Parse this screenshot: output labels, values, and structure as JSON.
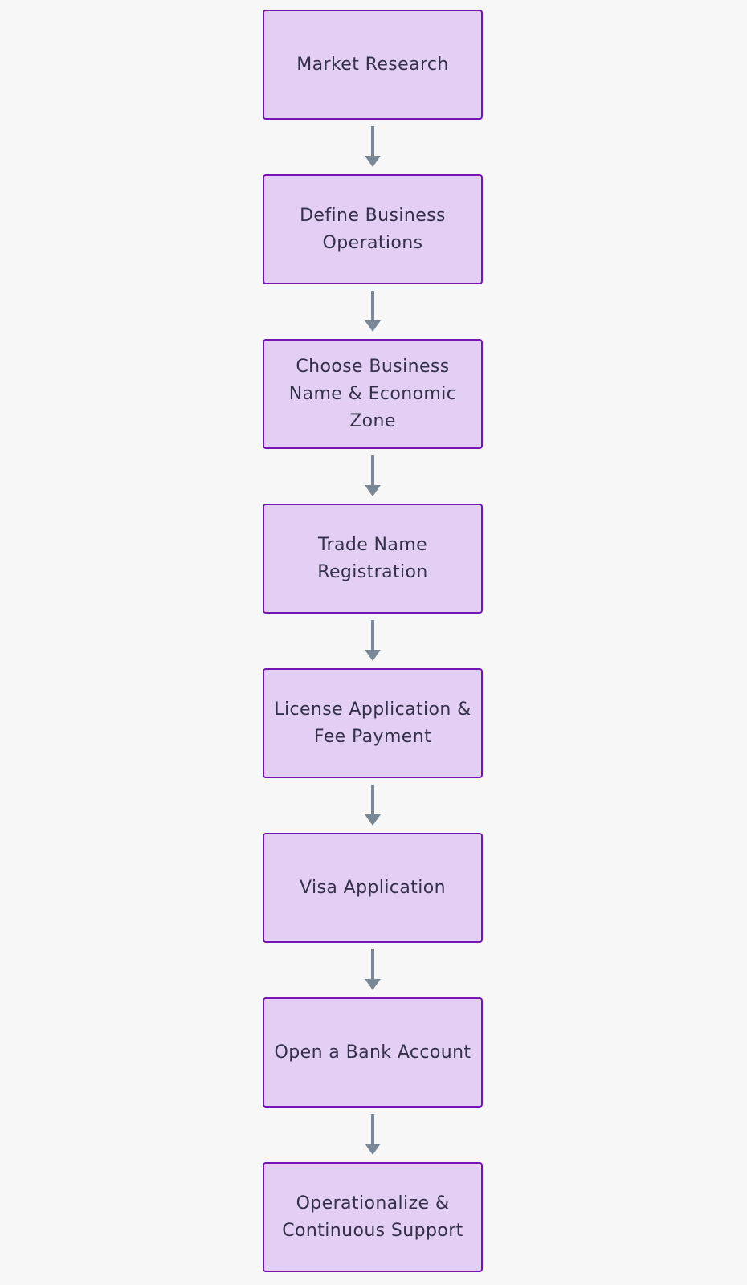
{
  "flowchart": {
    "steps": [
      {
        "label": "Market Research"
      },
      {
        "label": "Define Business Operations"
      },
      {
        "label": "Choose Business Name & Economic Zone"
      },
      {
        "label": "Trade Name Registration"
      },
      {
        "label": "License Application & Fee Payment"
      },
      {
        "label": "Visa Application"
      },
      {
        "label": "Open a Bank Account"
      },
      {
        "label": "Operationalize & Continuous Support"
      }
    ],
    "connections": [
      {
        "from": 0,
        "to": 1
      },
      {
        "from": 1,
        "to": 2
      },
      {
        "from": 2,
        "to": 3
      },
      {
        "from": 3,
        "to": 4
      },
      {
        "from": 4,
        "to": 5
      },
      {
        "from": 5,
        "to": 6
      },
      {
        "from": 6,
        "to": 7
      }
    ]
  },
  "colors": {
    "background": "#f7f7f8",
    "node_fill": "#e4cff4",
    "node_border": "#7316b4",
    "node_text": "#34304a",
    "arrow": "#7a8896"
  }
}
